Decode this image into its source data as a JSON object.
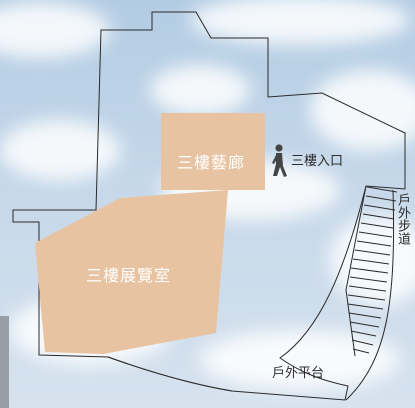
{
  "map": {
    "rooms": {
      "gallery": "三樓藝廊",
      "exhibition": "三樓展覽室"
    },
    "labels": {
      "entrance": "三樓入口",
      "outdoor_stairs": "戶外步道",
      "outdoor_platform": "戶外平台"
    },
    "icons": [
      "walking-person-icon"
    ],
    "colors": {
      "room_fill": "#e8c3a1",
      "outline": "#2a2a2a",
      "sky": "#b9d1e6"
    }
  }
}
